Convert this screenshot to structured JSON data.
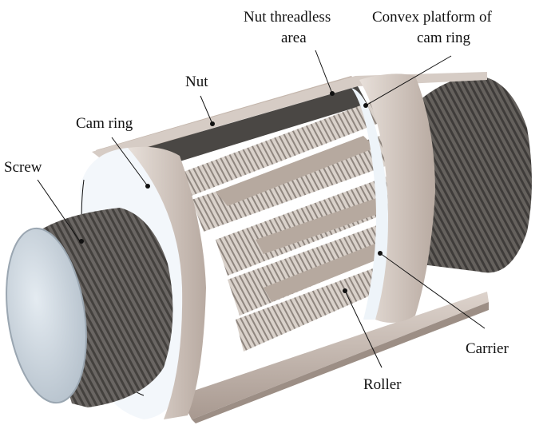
{
  "figure": {
    "subject": "Planetary roller screw cutaway",
    "labels": {
      "screw": "Screw",
      "cam_ring": "Cam ring",
      "nut": "Nut",
      "nut_threadless_line1": "Nut threadless",
      "nut_threadless_line2": "area",
      "convex_line1": "Convex platform of",
      "convex_line2": "cam ring",
      "carrier": "Carrier",
      "roller": "Roller"
    },
    "colors": {
      "background": "#ffffff",
      "screw_thread": "#5e5b58",
      "screw_thread_dark": "#3f3d3b",
      "screw_face": "#c9d3dc",
      "nut": "#c7b8ae",
      "nut_shadow": "#9c8e85",
      "cam_ring": "#d7cbc3",
      "cam_ring_inner": "#eef4f9",
      "roller": "#cfc6bf",
      "roller_groove": "#8e857e",
      "carrier": "#b9aca3",
      "outline": "#111111"
    }
  }
}
